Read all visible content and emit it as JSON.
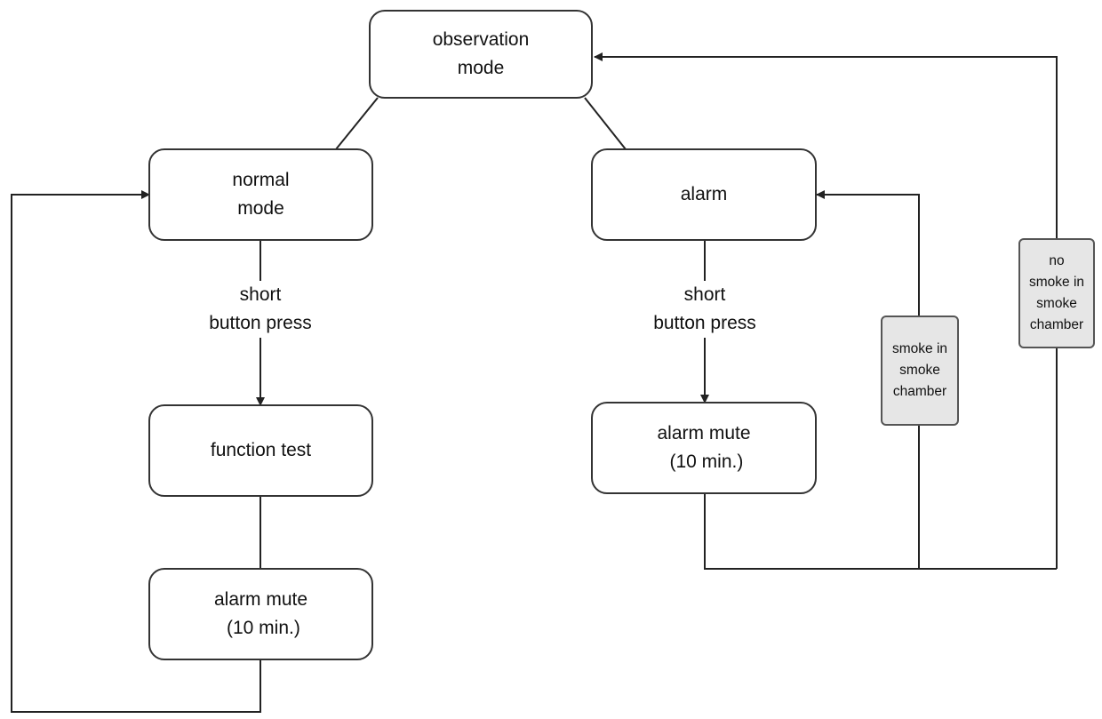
{
  "nodes": {
    "observation": {
      "lines": [
        "observation",
        "mode"
      ]
    },
    "normal": {
      "lines": [
        "normal",
        "mode"
      ]
    },
    "alarm": {
      "lines": [
        "alarm"
      ]
    },
    "function_test": {
      "lines": [
        "function test"
      ]
    },
    "alarm_mute_left": {
      "lines": [
        "alarm mute",
        " (10 min.)"
      ]
    },
    "alarm_mute_right": {
      "lines": [
        "alarm mute",
        " (10 min.)"
      ]
    }
  },
  "edge_labels": {
    "left_press": [
      "short",
      "button press"
    ],
    "right_press": [
      "short",
      "button press"
    ]
  },
  "conditions": {
    "smoke": [
      "smoke in",
      "smoke",
      "chamber"
    ],
    "no_smoke": [
      "no",
      "smoke in",
      "smoke",
      "chamber"
    ]
  },
  "colors": {
    "line": "#222222",
    "box_border": "#333333",
    "condition_fill": "#e6e6e6"
  }
}
